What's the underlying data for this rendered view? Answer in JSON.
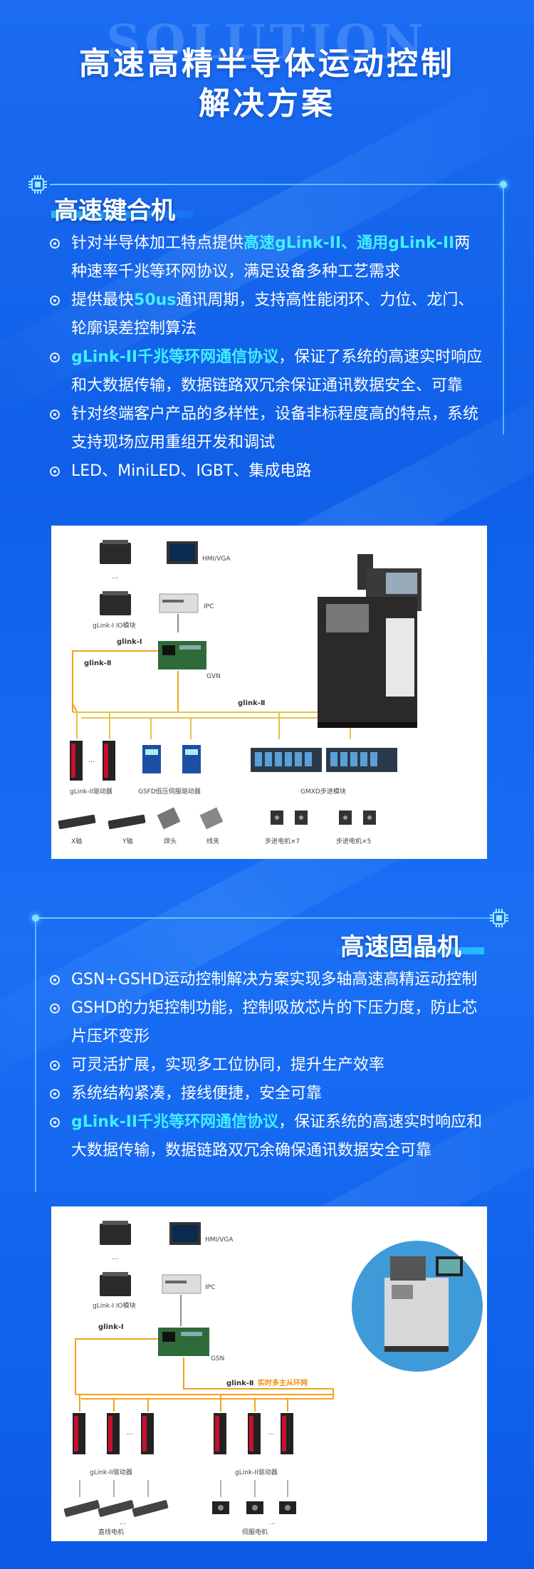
{
  "watermark": "SOLUTION",
  "title_line1": "高速高精半导体运动控制",
  "title_line2": "解决方案",
  "section1": {
    "title": "高速键合机",
    "bullets": [
      {
        "parts": [
          {
            "t": "针对半导体加工特点提供",
            "hl": false
          },
          {
            "t": "高速gLink-II、通用gLink-II",
            "hl": true
          },
          {
            "t": "两种速率千兆等环网协议，满足设备多种工艺需求",
            "hl": false
          }
        ]
      },
      {
        "parts": [
          {
            "t": "提供最快",
            "hl": false
          },
          {
            "t": "50us",
            "hl": true
          },
          {
            "t": "通讯周期，支持高性能闭环、力位、龙门、轮廓误差控制算法",
            "hl": false
          }
        ]
      },
      {
        "parts": [
          {
            "t": "gLink-II千兆等环网通信协议",
            "hl": true
          },
          {
            "t": "，保证了系统的高速实时响应和大数据传输，数据链路双冗余保证通讯数据安全、可靠",
            "hl": false
          }
        ]
      },
      {
        "parts": [
          {
            "t": "针对终端客户产品的多样性，设备非标程度高的特点，系统支持现场应用重组开发和调试",
            "hl": false
          }
        ]
      },
      {
        "parts": [
          {
            "t": "LED、MiniLED、IGBT、集成电路",
            "hl": false
          }
        ]
      }
    ],
    "diagram": {
      "hmi": "HMI/VGA",
      "ipc": "IPC",
      "io": "gLink-I IO模块",
      "glink1": "glink-Ⅰ",
      "glink2a": "glink-Ⅱ",
      "glink2b": "glink-Ⅱ",
      "gvn": "GVN",
      "drv1": "gLink-II驱动器",
      "drv2": "GSFD低压伺服驱动器",
      "drv3": "GMXD步进模块",
      "x_axis": "X轴",
      "y_axis": "Y轴",
      "weld": "焊头",
      "clamp": "线夹",
      "step7": "步进电机×7",
      "step5": "步进电机×5",
      "dots": "…"
    }
  },
  "section2": {
    "title": "高速固晶机",
    "bullets": [
      {
        "parts": [
          {
            "t": "GSN+GSHD运动控制解决方案实现多轴高速高精运动控制",
            "hl": false
          }
        ]
      },
      {
        "parts": [
          {
            "t": "GSHD的力矩控制功能，控制吸放芯片的下压力度，防止芯片压坏变形",
            "hl": false
          }
        ]
      },
      {
        "parts": [
          {
            "t": "可灵活扩展，实现多工位协同，提升生产效率",
            "hl": false
          }
        ]
      },
      {
        "parts": [
          {
            "t": "系统结构紧凑，接线便捷，安全可靠",
            "hl": false
          }
        ]
      },
      {
        "parts": [
          {
            "t": "gLink-II千兆等环网通信协议",
            "hl": true
          },
          {
            "t": "，保证系统的高速实时响应和大数据传输，数据链路双冗余确保通讯数据安全可靠",
            "hl": false
          }
        ]
      }
    ],
    "diagram": {
      "hmi": "HMI/VGA",
      "ipc": "IPC",
      "io": "gLink-I IO模块",
      "glink1": "glink-Ⅰ",
      "glink2": "glink-Ⅱ",
      "ring": "实时多主从环网",
      "gsn": "GSN",
      "drv_left": "gLink-II驱动器",
      "drv_right": "gLink-II驱动器",
      "linear": "直线电机",
      "servo": "伺服电机",
      "dots": "…"
    }
  }
}
